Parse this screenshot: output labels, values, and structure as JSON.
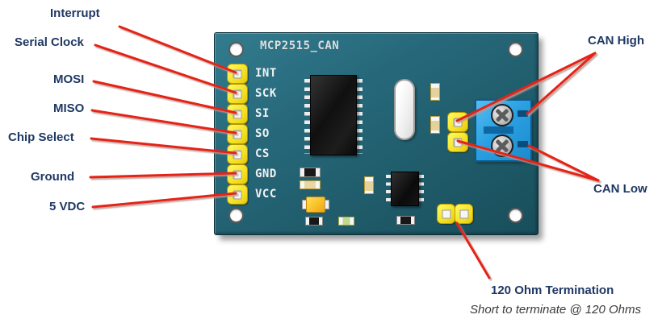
{
  "callouts": {
    "interrupt": "Interrupt",
    "serial_clock": "Serial Clock",
    "mosi": "MOSI",
    "miso": "MISO",
    "chip_select": "Chip Select",
    "ground": "Ground",
    "five_vdc": "5 VDC",
    "can_high": "CAN High",
    "can_low": "CAN Low",
    "termination_title": "120 Ohm Termination",
    "termination_note": "Short to terminate @ 120 Ohms"
  },
  "board": {
    "silkscreen_title": "MCP2515_CAN",
    "pin_labels": [
      "INT",
      "SCK",
      "SI",
      "SO",
      "CS",
      "GND",
      "VCC"
    ]
  },
  "colors": {
    "callout_text": "#1f3864",
    "callout_line": "#e62418",
    "board_teal": "#25636f",
    "pin_yellow": "#f2dc1c",
    "terminal_blue": "#2aa0e2",
    "silkscreen_white": "#dcdcdc"
  }
}
